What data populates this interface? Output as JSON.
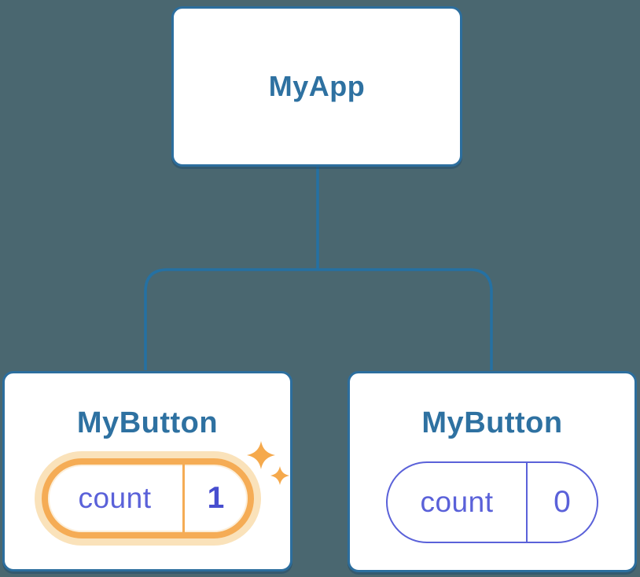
{
  "diagram": {
    "title_hint": "React component tree with state",
    "background_color": "#4A6770",
    "node_fill_color": "#FFFFFF",
    "node_border_color": "#2C6E9E",
    "node_label_color": "#2E71A1",
    "connector_color": "#2571A3",
    "state_indigo_color": "#5A61D9",
    "state_value_active_color": "#474ECF",
    "highlight_orange_color": "#F5AC55",
    "highlight_halo_color": "#FAE2BA",
    "sparkle_color": "#F5A94C",
    "root": {
      "label": "MyApp"
    },
    "children": [
      {
        "label": "MyButton",
        "state_key": "count",
        "state_value": "1",
        "highlighted": true
      },
      {
        "label": "MyButton",
        "state_key": "count",
        "state_value": "0",
        "highlighted": false
      }
    ]
  }
}
